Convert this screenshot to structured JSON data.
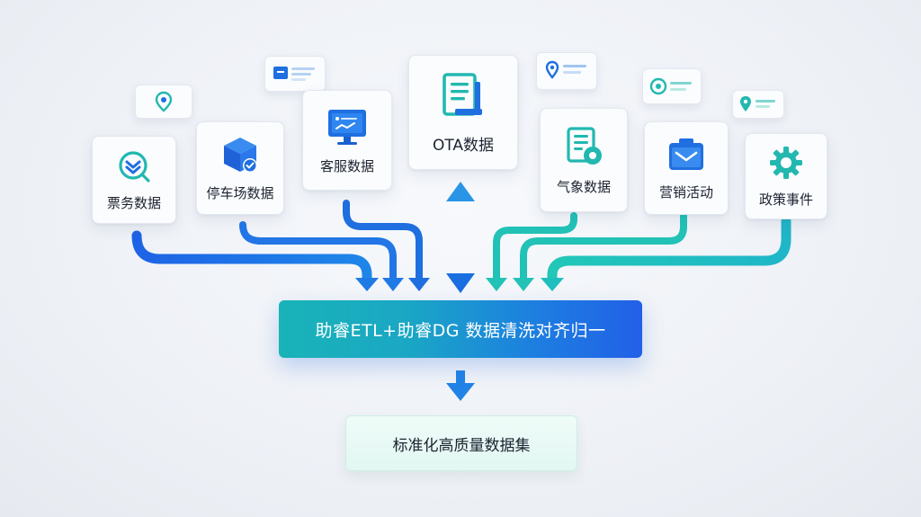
{
  "sources": [
    {
      "id": "ticket",
      "label": "票务数据",
      "icon": "ticket-check-icon"
    },
    {
      "id": "parking",
      "label": "停车场数据",
      "icon": "parking-box-icon"
    },
    {
      "id": "service",
      "label": "客服数据",
      "icon": "monitor-icon"
    },
    {
      "id": "ota",
      "label": "OTA数据",
      "icon": "document-icon"
    },
    {
      "id": "weather",
      "label": "气象数据",
      "icon": "weather-doc-icon"
    },
    {
      "id": "marketing",
      "label": "营销活动",
      "icon": "mail-icon"
    },
    {
      "id": "policy",
      "label": "政策事件",
      "icon": "gear-icon"
    }
  ],
  "process": {
    "label": "助睿ETL+助睿DG 数据清洗对齐归一"
  },
  "result": {
    "label": "标准化高质量数据集"
  },
  "colors": {
    "blue": "#1f6fe0",
    "teal": "#1dc3ba",
    "mid": "#1b9bd8"
  }
}
